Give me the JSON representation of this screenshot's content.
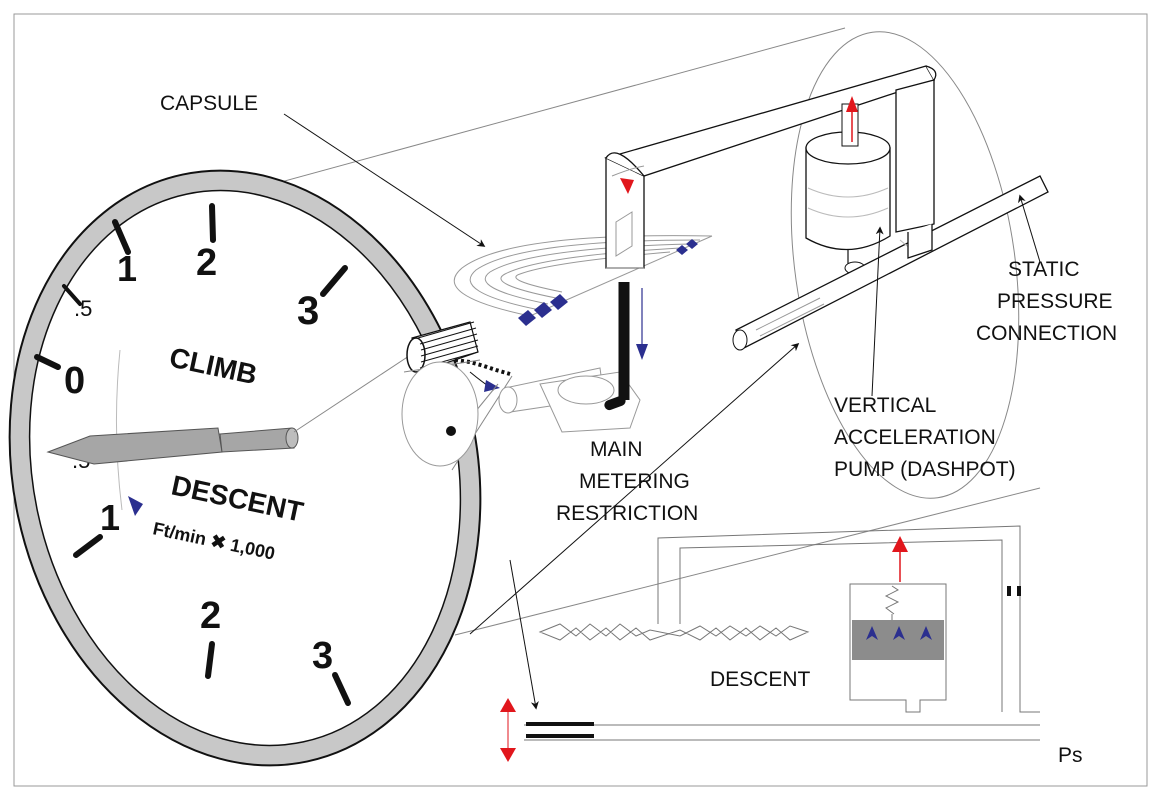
{
  "labels": {
    "capsule": "CAPSULE",
    "static_pressure_1": "STATIC",
    "static_pressure_2": "PRESSURE",
    "static_pressure_3": "CONNECTION",
    "vertical_accel_1": "VERTICAL",
    "vertical_accel_2": "ACCELERATION",
    "vertical_accel_3": "PUMP (DASHPOT)",
    "main_metering_1": "MAIN",
    "main_metering_2": "METERING",
    "main_metering_3": "RESTRICTION",
    "descent_schematic": "DESCENT",
    "ps": "Ps"
  },
  "dial": {
    "climb": "CLIMB",
    "descent": "DESCENT",
    "units": "Ft/min ✖ 1,000",
    "ticks": {
      "zero": "0",
      "half_up": ".5",
      "one_up": "1",
      "two_up": "2",
      "three_up": "3",
      "half_down": ".5",
      "one_down": "1",
      "two_down": "2",
      "three_down": "3"
    }
  },
  "colors": {
    "dial_ring": "#c8c8c8",
    "needle": "#a6a6a6",
    "arrow_red": "#e1161c",
    "arrow_blue": "#2b2f8f",
    "piston": "#8c8c8c"
  }
}
